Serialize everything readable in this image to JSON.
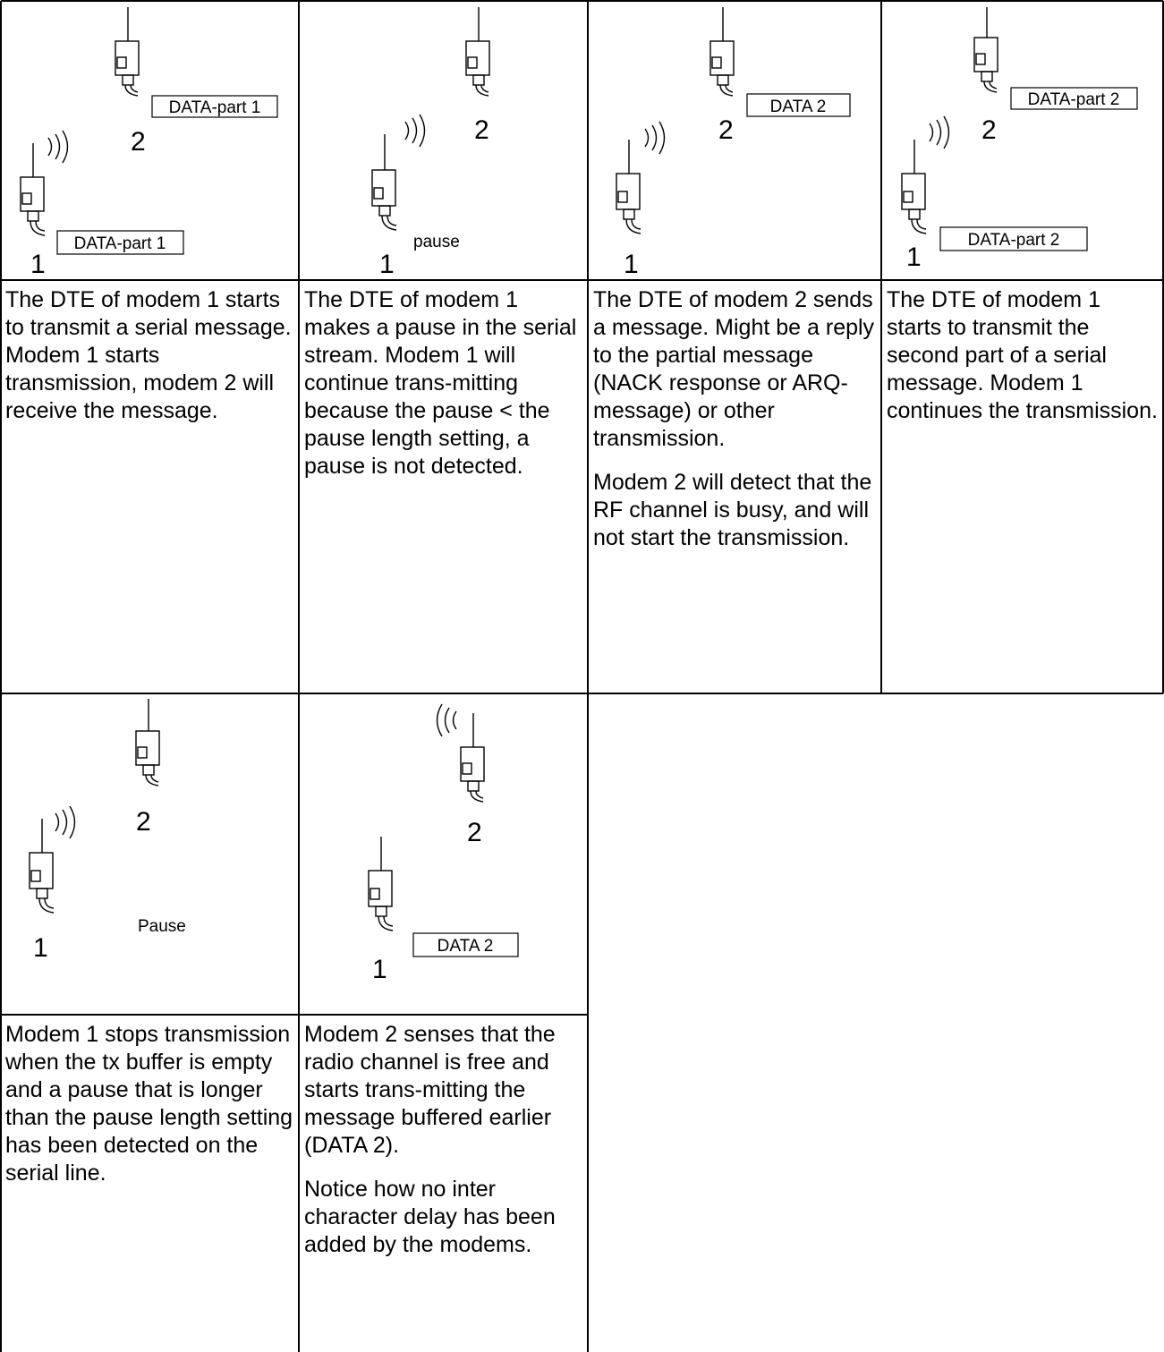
{
  "panels": [
    {
      "modem_1_label": "1",
      "modem_2_label": "2",
      "modem_1_tag": "DATA-part 1",
      "modem_2_tag": "DATA-part 1",
      "description": [
        "The DTE of modem 1 starts to transmit a serial message. Modem 1 starts transmission, modem 2 will receive the message."
      ]
    },
    {
      "modem_1_label": "1",
      "modem_2_label": "2",
      "modem_1_tag": "pause",
      "description": [
        "The DTE of modem 1 makes a pause in the serial stream. Modem 1 will continue trans-mitting because the pause < the pause length setting, a pause is not detected."
      ]
    },
    {
      "modem_1_label": "1",
      "modem_2_label": "2",
      "modem_2_tag": "DATA 2",
      "description": [
        "The DTE of modem 2 sends a message. Might be a reply to the partial message (NACK response or ARQ-message) or other transmission.",
        "Modem 2 will detect that the RF channel is busy, and will not start the transmission."
      ]
    },
    {
      "modem_1_label": "1",
      "modem_2_label": "2",
      "modem_1_tag": "DATA-part 2",
      "modem_2_tag": "DATA-part 2",
      "description": [
        "The DTE of modem 1 starts to transmit the second part of a serial message. Modem 1 continues the transmission."
      ]
    },
    {
      "modem_1_label": "1",
      "modem_2_label": "2",
      "modem_1_tag": "Pause",
      "description": [
        "Modem 1 stops transmission when the tx buffer is empty and a pause that is longer than the pause length setting has been detected on the serial line."
      ]
    },
    {
      "modem_1_label": "1",
      "modem_2_label": "2",
      "modem_1_tag": "DATA 2",
      "description": [
        "Modem 2 senses that the radio channel is free and starts trans-mitting the message buffered earlier (DATA 2).",
        "Notice how no inter character delay has been added by the modems."
      ]
    }
  ]
}
